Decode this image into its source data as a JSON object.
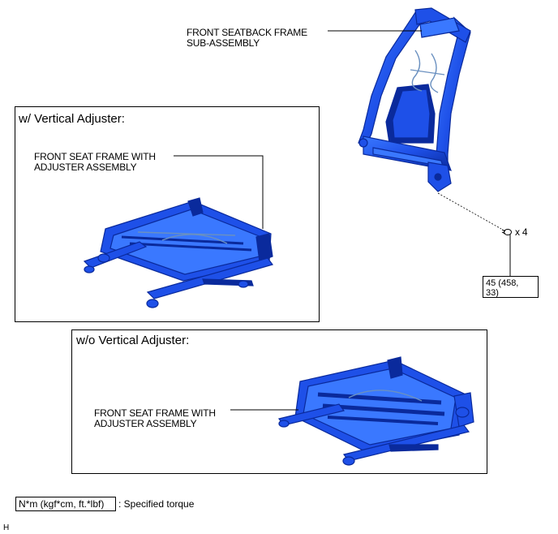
{
  "labels": {
    "seatback": "FRONT SEATBACK FRAME\nSUB-ASSEMBLY",
    "seat_frame_vertical": "FRONT SEAT FRAME WITH\nADJUSTER ASSEMBLY",
    "seat_frame_no_vertical": "FRONT SEAT FRAME WITH\nADJUSTER ASSEMBLY",
    "bolt_count": "x 4",
    "torque_value": "45 (458,\n33)"
  },
  "frames": {
    "with_vertical": "w/ Vertical Adjuster:",
    "without_vertical": "w/o Vertical Adjuster:"
  },
  "legend": {
    "box_text": "N*m (kgf*cm, ft.*lbf)",
    "description": ": Specified torque"
  },
  "corner_code": "H",
  "colors": {
    "part_fill": "#1e50e8",
    "part_dark": "#0a2a9c",
    "part_light": "#3a78ff",
    "line": "#000000"
  },
  "icons": [
    "bolt-icon"
  ]
}
